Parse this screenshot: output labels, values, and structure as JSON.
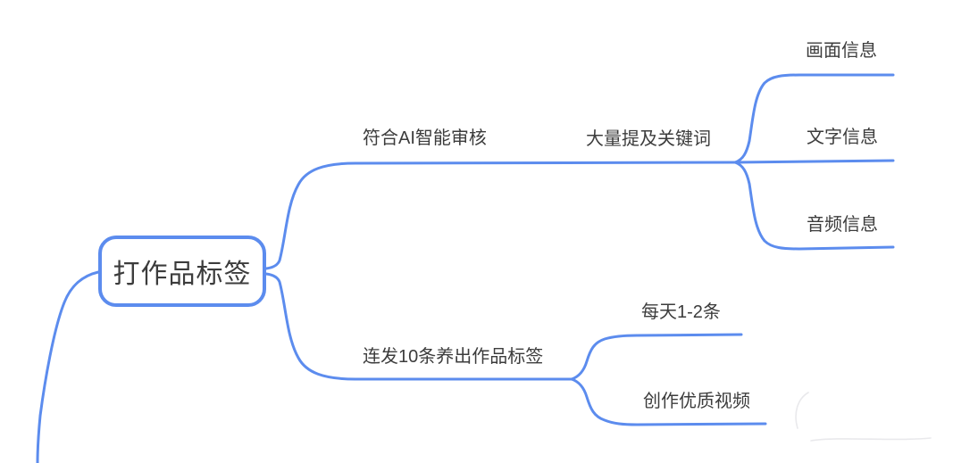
{
  "mindmap": {
    "root": {
      "label": "打作品标签"
    },
    "branches": [
      {
        "label": "符合AI智能审核",
        "children": [
          {
            "label": "大量提及关键词",
            "children": [
              {
                "label": "画面信息"
              },
              {
                "label": "文字信息"
              },
              {
                "label": "音频信息"
              }
            ]
          }
        ]
      },
      {
        "label": "连发10条养出作品标签",
        "children": [
          {
            "label": "每天1-2条"
          },
          {
            "label": "创作优质视频"
          }
        ]
      }
    ],
    "colors": {
      "line": "#5c8cee",
      "node_border": "#5c8cee",
      "text": "#3c3c3c",
      "background": "#ffffff"
    }
  }
}
